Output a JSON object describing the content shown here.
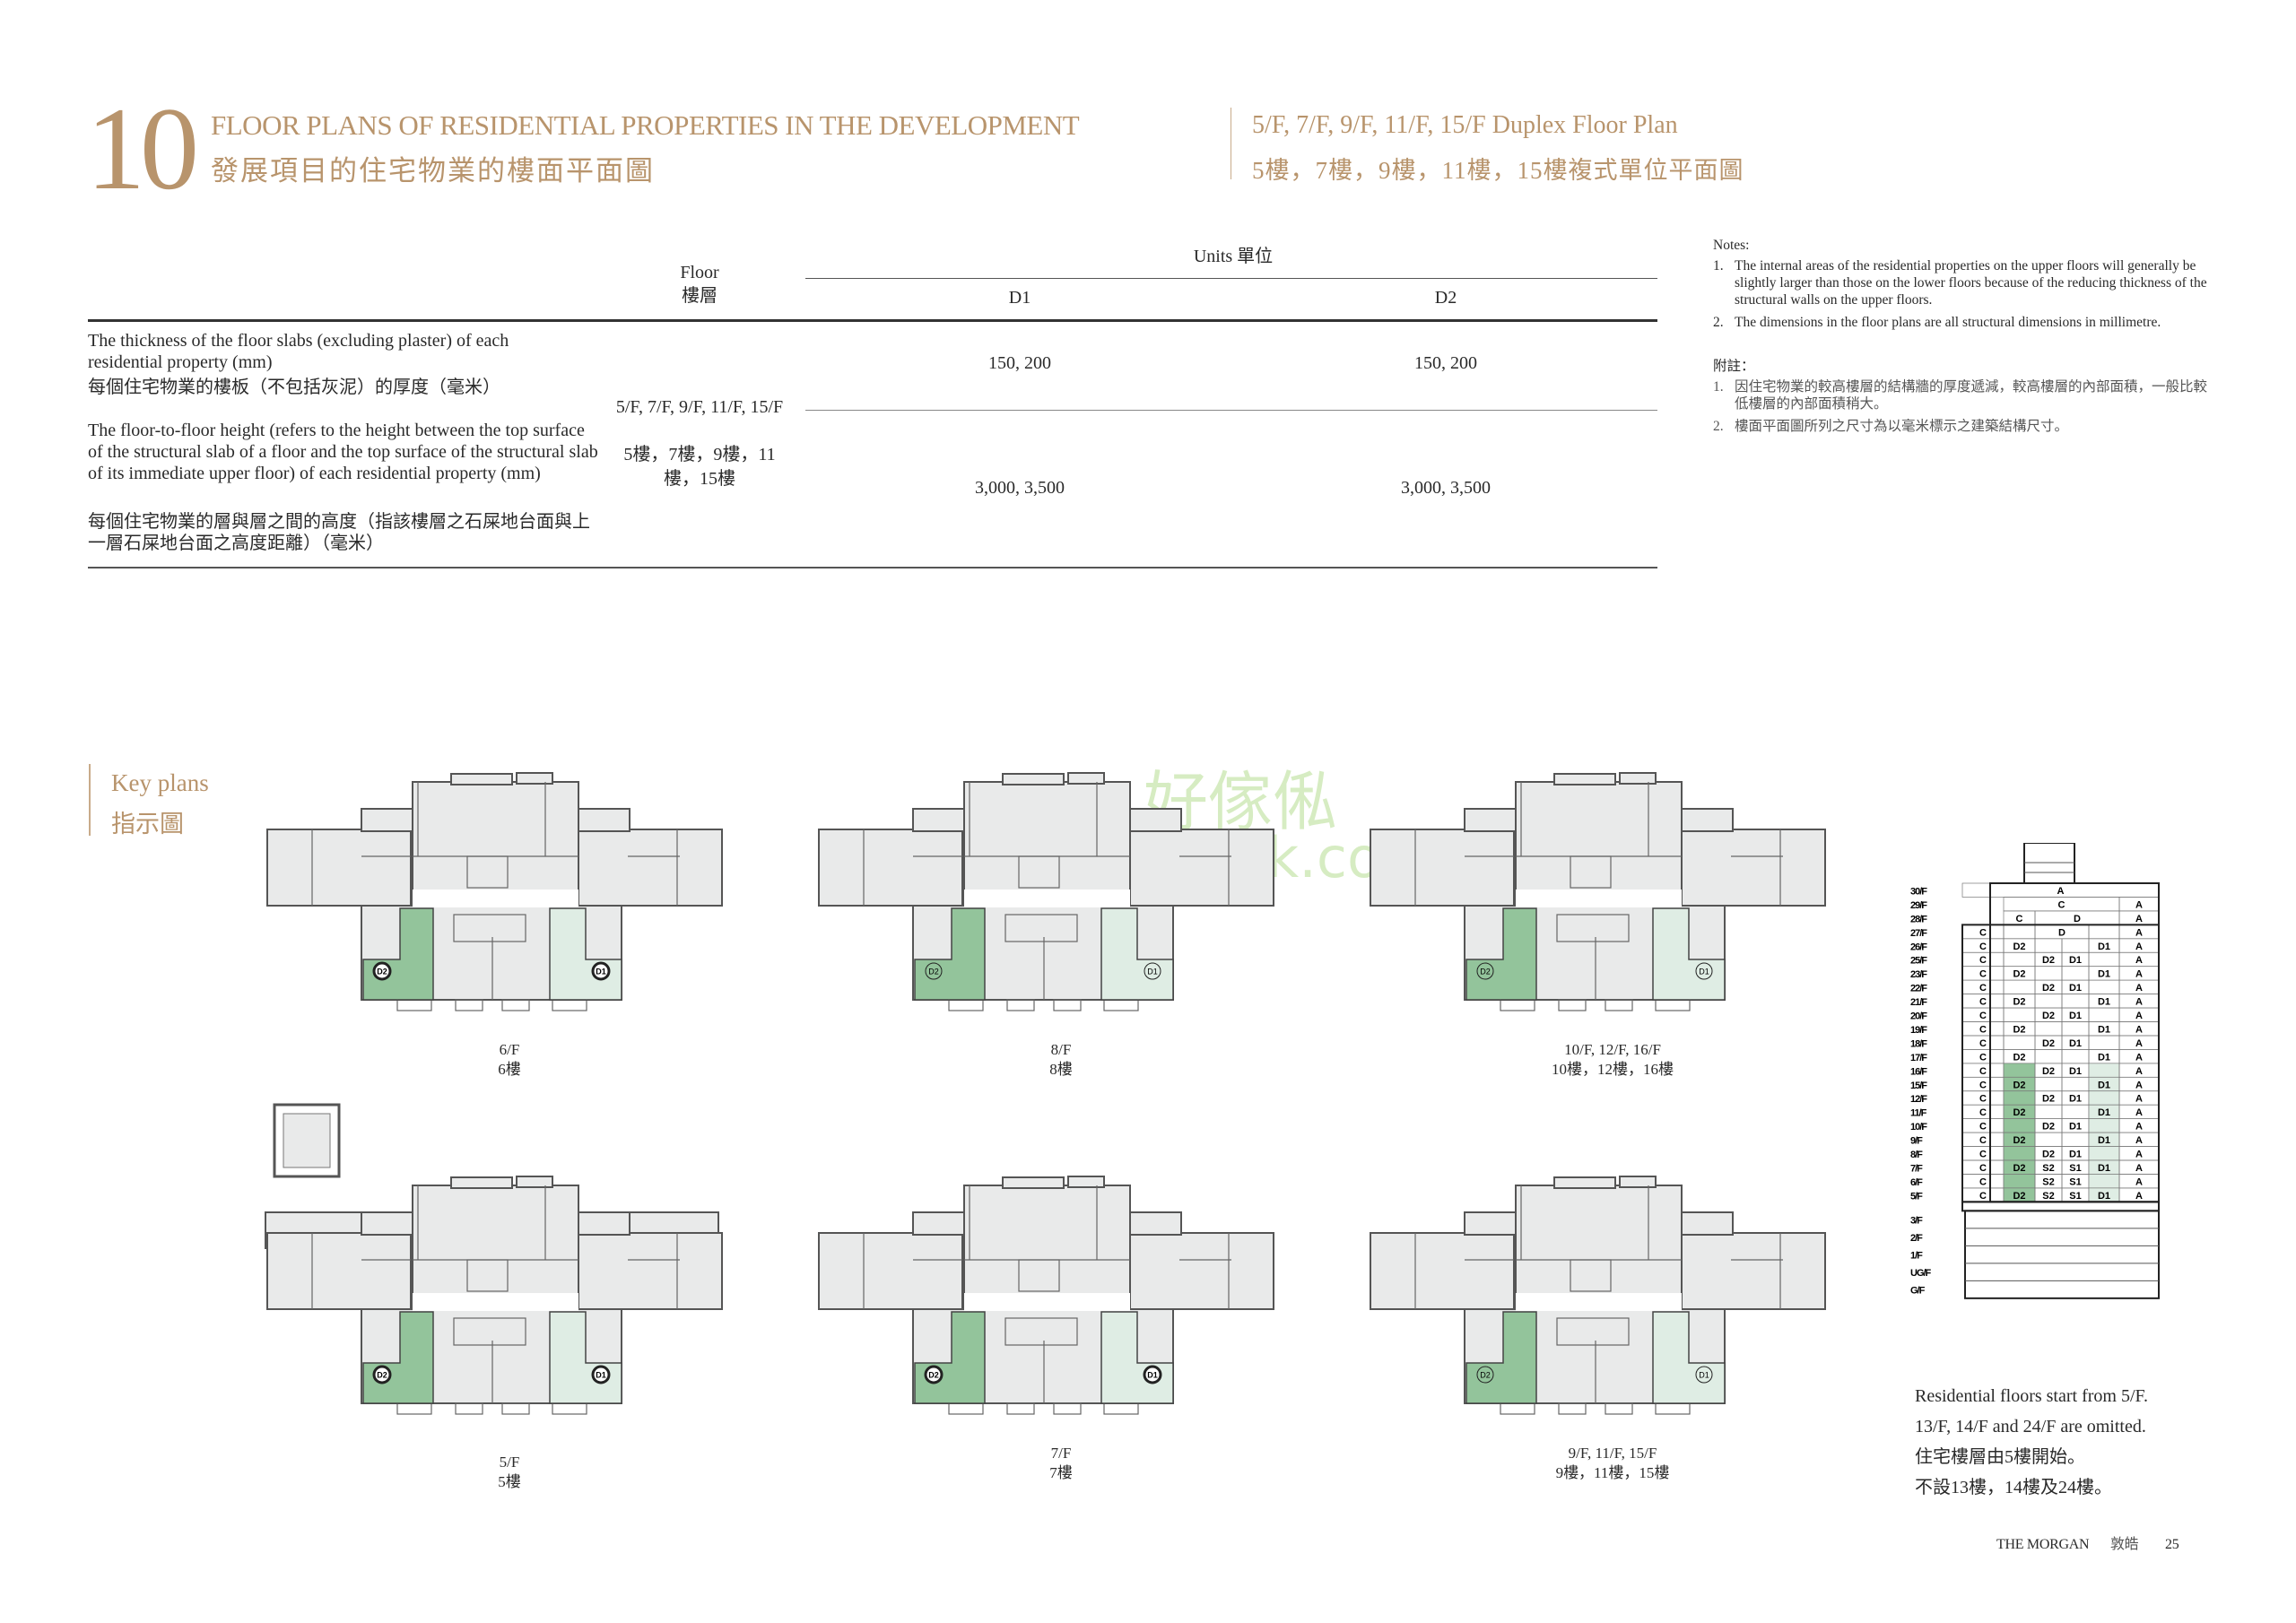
{
  "header": {
    "section_number": "10",
    "title_en": "FLOOR PLANS OF RESIDENTIAL PROPERTIES IN THE DEVELOPMENT",
    "title_zh": "發展項目的住宅物業的樓面平面圖",
    "subtitle_en": "5/F, 7/F, 9/F, 11/F, 15/F Duplex Floor Plan",
    "subtitle_zh": "5樓，7樓，9樓，11樓，15樓複式單位平面圖"
  },
  "table": {
    "floor_header_en": "Floor",
    "floor_header_zh": "樓層",
    "units_header": "Units 單位",
    "units": [
      "D1",
      "D2"
    ],
    "row1_en": "The thickness of the floor slabs (excluding plaster) of each residential property (mm)",
    "row1_zh": "每個住宅物業的樓板（不包括灰泥）的厚度（毫米）",
    "row2_en": "The floor-to-floor height (refers to the height between the top surface of the structural slab of a floor and the top surface of the structural slab of its immediate upper floor) of each residential property (mm)",
    "row2_zh": "每個住宅物業的層與層之間的高度（指該樓層之石屎地台面與上一層石屎地台面之高度距離）（毫米）",
    "floor_en": "5/F, 7/F, 9/F, 11/F, 15/F",
    "floor_zh": "5樓，7樓，9樓，11樓，15樓",
    "row1_values": [
      "150, 200",
      "150, 200"
    ],
    "row2_values": [
      "3,000, 3,500",
      "3,000, 3,500"
    ]
  },
  "notes": {
    "title_en": "Notes:",
    "items_en": [
      "The internal areas of the residential properties on the upper floors will generally be slightly larger than those on the lower floors because of the reducing thickness of the structural walls on the upper floors.",
      "The dimensions in the floor plans are all structural dimensions in millimetre."
    ],
    "title_zh": "附註：",
    "items_zh": [
      "因住宅物業的較高樓層的結構牆的厚度遞減，較高樓層的內部面積，一般比較低樓層的內部面積稍大。",
      "樓面平面圖所列之尺寸為以毫米標示之建築結構尺寸。"
    ],
    "markers": [
      "1.",
      "2."
    ]
  },
  "key_plans": {
    "title_en": "Key plans",
    "title_zh": "指示圖"
  },
  "watermark": {
    "zh": "好傢俬",
    "en": "hohomehk.com"
  },
  "colors": {
    "gold": "#b8946c",
    "dark_green": "#93c49b",
    "light_green": "#dfede4",
    "plan_gray": "#e9eaea"
  },
  "plans": [
    {
      "en": "6/F",
      "zh": "6樓",
      "d2": "#93c49b",
      "d1": "#dfede4",
      "bold": true,
      "roof": false
    },
    {
      "en": "8/F",
      "zh": "8樓",
      "d2": "#93c49b",
      "d1": "#dfede4",
      "bold": false,
      "roof": false
    },
    {
      "en": "10/F, 12/F, 16/F",
      "zh": "10樓，12樓，16樓",
      "d2": "#93c49b",
      "d1": "#dfede4",
      "bold": false,
      "roof": false
    },
    {
      "en": "5/F",
      "zh": "5樓",
      "d2": "#93c49b",
      "d1": "#dfede4",
      "bold": true,
      "roof": true
    },
    {
      "en": "7/F",
      "zh": "7樓",
      "d2": "#93c49b",
      "d1": "#dfede4",
      "bold": true,
      "roof": false
    },
    {
      "en": "9/F, 11/F, 15/F",
      "zh": "9樓，11樓，15樓",
      "d2": "#93c49b",
      "d1": "#dfede4",
      "bold": false,
      "roof": false
    }
  ],
  "plan_labels": [
    "D2",
    "D1"
  ],
  "building": {
    "rows": [
      {
        "f": "30/F",
        "c": [
          [
            "A",
            6,
            0
          ]
        ]
      },
      {
        "f": "29/F",
        "c": [
          [
            "",
            1,
            0
          ],
          [
            "C",
            4,
            0
          ],
          [
            "A",
            1,
            0
          ]
        ]
      },
      {
        "f": "28/F",
        "c": [
          [
            "",
            1,
            0
          ],
          [
            "C",
            1,
            0
          ],
          [
            "D",
            3,
            0
          ],
          [
            "A",
            1,
            0
          ]
        ]
      },
      {
        "f": "27/F",
        "c": [
          [
            "C",
            1,
            0
          ],
          [
            "",
            1,
            0
          ],
          [
            "D",
            2,
            0
          ],
          [
            "",
            1,
            0
          ],
          [
            "A",
            1,
            0
          ]
        ]
      },
      {
        "f": "26/F",
        "c": [
          [
            "C",
            1,
            0
          ],
          [
            "D2",
            1,
            0
          ],
          [
            "",
            1,
            0
          ],
          [
            "",
            1,
            0
          ],
          [
            "D1",
            1,
            0
          ],
          [
            "A",
            1,
            0
          ]
        ]
      },
      {
        "f": "25/F",
        "c": [
          [
            "C",
            1,
            0
          ],
          [
            "",
            1,
            0
          ],
          [
            "D2",
            1,
            0
          ],
          [
            "D1",
            1,
            0
          ],
          [
            "",
            1,
            0
          ],
          [
            "A",
            1,
            0
          ]
        ]
      },
      {
        "f": "23/F",
        "c": [
          [
            "C",
            1,
            0
          ],
          [
            "D2",
            1,
            0
          ],
          [
            "",
            1,
            0
          ],
          [
            "",
            1,
            0
          ],
          [
            "D1",
            1,
            0
          ],
          [
            "A",
            1,
            0
          ]
        ]
      },
      {
        "f": "22/F",
        "c": [
          [
            "C",
            1,
            0
          ],
          [
            "",
            1,
            0
          ],
          [
            "D2",
            1,
            0
          ],
          [
            "D1",
            1,
            0
          ],
          [
            "",
            1,
            0
          ],
          [
            "A",
            1,
            0
          ]
        ]
      },
      {
        "f": "21/F",
        "c": [
          [
            "C",
            1,
            0
          ],
          [
            "D2",
            1,
            0
          ],
          [
            "",
            1,
            0
          ],
          [
            "",
            1,
            0
          ],
          [
            "D1",
            1,
            0
          ],
          [
            "A",
            1,
            0
          ]
        ]
      },
      {
        "f": "20/F",
        "c": [
          [
            "C",
            1,
            0
          ],
          [
            "",
            1,
            0
          ],
          [
            "D2",
            1,
            0
          ],
          [
            "D1",
            1,
            0
          ],
          [
            "",
            1,
            0
          ],
          [
            "A",
            1,
            0
          ]
        ]
      },
      {
        "f": "19/F",
        "c": [
          [
            "C",
            1,
            0
          ],
          [
            "D2",
            1,
            0
          ],
          [
            "",
            1,
            0
          ],
          [
            "",
            1,
            0
          ],
          [
            "D1",
            1,
            0
          ],
          [
            "A",
            1,
            0
          ]
        ]
      },
      {
        "f": "18/F",
        "c": [
          [
            "C",
            1,
            0
          ],
          [
            "",
            1,
            0
          ],
          [
            "D2",
            1,
            0
          ],
          [
            "D1",
            1,
            0
          ],
          [
            "",
            1,
            0
          ],
          [
            "A",
            1,
            0
          ]
        ]
      },
      {
        "f": "17/F",
        "c": [
          [
            "C",
            1,
            0
          ],
          [
            "D2",
            1,
            0
          ],
          [
            "",
            1,
            0
          ],
          [
            "",
            1,
            0
          ],
          [
            "D1",
            1,
            0
          ],
          [
            "A",
            1,
            0
          ]
        ]
      },
      {
        "f": "16/F",
        "c": [
          [
            "C",
            1,
            0
          ],
          [
            "",
            1,
            2
          ],
          [
            "D2",
            1,
            0
          ],
          [
            "D1",
            1,
            0
          ],
          [
            "",
            1,
            1
          ],
          [
            "A",
            1,
            0
          ]
        ]
      },
      {
        "f": "15/F",
        "c": [
          [
            "C",
            1,
            0
          ],
          [
            "D2",
            1,
            2
          ],
          [
            "",
            1,
            0
          ],
          [
            "",
            1,
            0
          ],
          [
            "D1",
            1,
            1
          ],
          [
            "A",
            1,
            0
          ]
        ]
      },
      {
        "f": "12/F",
        "c": [
          [
            "C",
            1,
            0
          ],
          [
            "",
            1,
            2
          ],
          [
            "D2",
            1,
            0
          ],
          [
            "D1",
            1,
            0
          ],
          [
            "",
            1,
            1
          ],
          [
            "A",
            1,
            0
          ]
        ]
      },
      {
        "f": "11/F",
        "c": [
          [
            "C",
            1,
            0
          ],
          [
            "D2",
            1,
            2
          ],
          [
            "",
            1,
            0
          ],
          [
            "",
            1,
            0
          ],
          [
            "D1",
            1,
            1
          ],
          [
            "A",
            1,
            0
          ]
        ]
      },
      {
        "f": "10/F",
        "c": [
          [
            "C",
            1,
            0
          ],
          [
            "",
            1,
            2
          ],
          [
            "D2",
            1,
            0
          ],
          [
            "D1",
            1,
            0
          ],
          [
            "",
            1,
            1
          ],
          [
            "A",
            1,
            0
          ]
        ]
      },
      {
        "f": "9/F",
        "c": [
          [
            "C",
            1,
            0
          ],
          [
            "D2",
            1,
            2
          ],
          [
            "",
            1,
            0
          ],
          [
            "",
            1,
            0
          ],
          [
            "D1",
            1,
            1
          ],
          [
            "A",
            1,
            0
          ]
        ]
      },
      {
        "f": "8/F",
        "c": [
          [
            "C",
            1,
            0
          ],
          [
            "",
            1,
            2
          ],
          [
            "D2",
            1,
            0
          ],
          [
            "D1",
            1,
            0
          ],
          [
            "",
            1,
            1
          ],
          [
            "A",
            1,
            0
          ]
        ]
      },
      {
        "f": "7/F",
        "c": [
          [
            "C",
            1,
            0
          ],
          [
            "D2",
            1,
            2
          ],
          [
            "S2",
            1,
            0
          ],
          [
            "S1",
            1,
            0
          ],
          [
            "D1",
            1,
            1
          ],
          [
            "A",
            1,
            0
          ]
        ]
      },
      {
        "f": "6/F",
        "c": [
          [
            "C",
            1,
            0
          ],
          [
            "",
            1,
            2
          ],
          [
            "S2",
            1,
            0
          ],
          [
            "S1",
            1,
            0
          ],
          [
            "",
            1,
            1
          ],
          [
            "A",
            1,
            0
          ]
        ]
      },
      {
        "f": "5/F",
        "c": [
          [
            "C",
            1,
            0
          ],
          [
            "D2",
            1,
            2
          ],
          [
            "S2",
            1,
            0
          ],
          [
            "S1",
            1,
            0
          ],
          [
            "D1",
            1,
            1
          ],
          [
            "A",
            1,
            0
          ]
        ]
      }
    ],
    "lower": [
      "3/F",
      "2/F",
      "1/F",
      "UG/F",
      "G/F"
    ]
  },
  "caption": {
    "en1": "Residential floors start from 5/F.",
    "en2": "13/F, 14/F and 24/F are omitted.",
    "zh1": "住宅樓層由5樓開始。",
    "zh2": "不設13樓，14樓及24樓。"
  },
  "footer": {
    "brand_en": "THE MORGAN",
    "brand_zh": "敦皓",
    "page": "25"
  }
}
